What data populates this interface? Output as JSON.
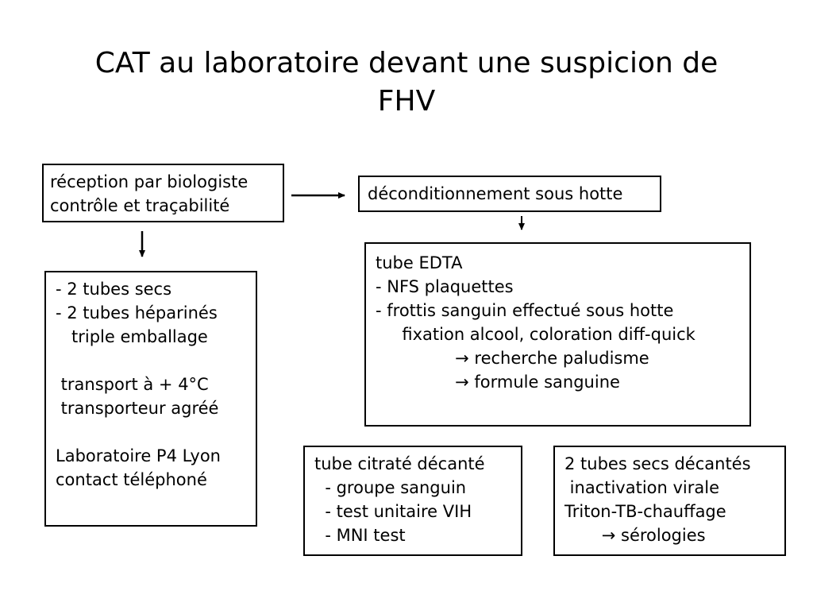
{
  "title": {
    "line1": "CAT au laboratoire devant une suspicion de",
    "line2": "FHV"
  },
  "boxes": {
    "reception": [
      "réception par biologiste",
      "contrôle et traçabilité"
    ],
    "deconditionnement": [
      "déconditionnement sous hotte"
    ],
    "transport": [
      "- 2 tubes secs",
      "- 2 tubes héparinés",
      "   triple emballage",
      "",
      " transport à + 4°C",
      " transporteur agréé",
      "",
      "Laboratoire P4 Lyon",
      "contact téléphoné"
    ],
    "edta": [
      "tube EDTA",
      "- NFS plaquettes",
      "- frottis sanguin effectué sous hotte",
      "     fixation alcool, coloration diff-quick",
      "               → recherche paludisme",
      "               → formule sanguine"
    ],
    "citrate": [
      "tube citraté décanté",
      "  - groupe sanguin",
      "  - test unitaire VIH",
      "  - MNI test"
    ],
    "secs": [
      "2 tubes secs décantés",
      " inactivation virale",
      "Triton-TB-chauffage",
      "       → sérologies"
    ]
  }
}
